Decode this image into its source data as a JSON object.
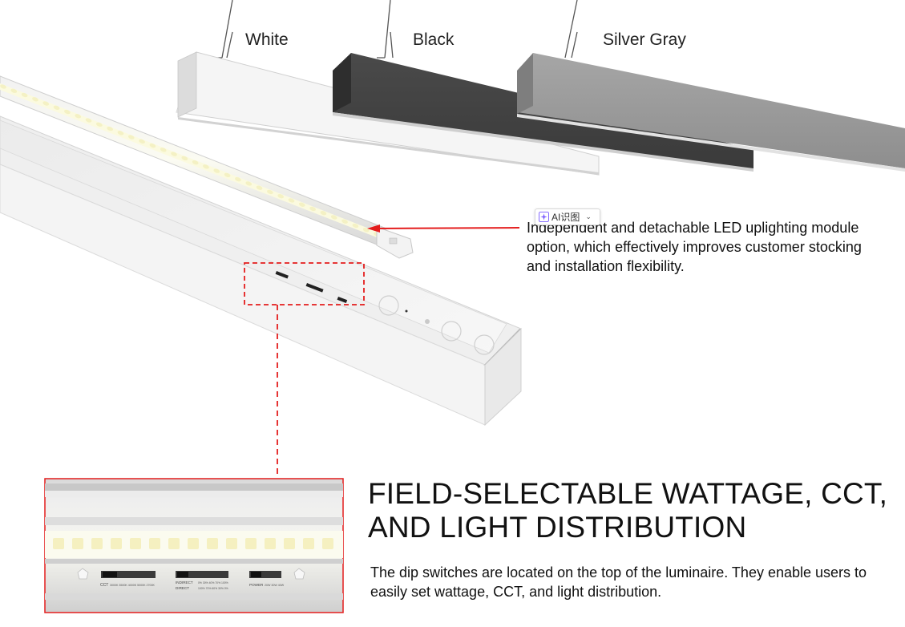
{
  "colors": {
    "white_fixture": "#f4f4f4",
    "black_fixture": "#444444",
    "silver_fixture": "#9a9a9a",
    "callout_red": "#e41d1d",
    "text": "#111111"
  },
  "finish_labels": [
    "White",
    "Black",
    "Silver Gray"
  ],
  "callout": {
    "text": "Independent and detachable LED uplighting module option, which effectively improves customer stocking and installation flexibility."
  },
  "ai_chip": {
    "label": "AI识图",
    "icon": "sparkle-icon",
    "chevron": "⌄"
  },
  "feature": {
    "title": "FIELD-SELECTABLE WATTAGE, CCT, AND LIGHT DISTRIBUTION",
    "description": "The dip switches are located on the top of the luminaire. They enable users to easily set wattage, CCT, and light distribution."
  },
  "switch_panel": {
    "cct_label": "CCT",
    "cct_options": "3000K 3500K 4000K 5000K 2700K",
    "distribution_labels": [
      "INDIRECT",
      "DIRECT"
    ],
    "distribution_options": [
      "0%",
      "30%",
      "40%",
      "70%",
      "100%"
    ],
    "distribution_options_direct": [
      "100%",
      "70%",
      "60%",
      "30%",
      "0%"
    ],
    "power_label": "POWER",
    "power_options": "20W 30W 40W"
  }
}
